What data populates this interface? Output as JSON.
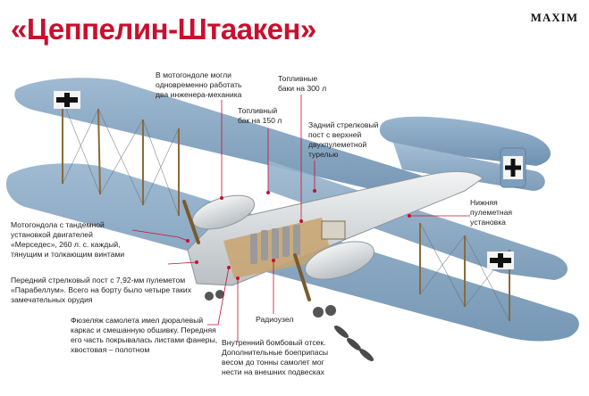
{
  "header": {
    "title": "«Цеппелин-Штаакен»",
    "brand": "MAXIM"
  },
  "callouts": [
    {
      "id": "engine-mechanics",
      "text": "В мотогондоле могли\nодновременно работать\nдва инженера-механика"
    },
    {
      "id": "fuel-tanks-300",
      "text": "Топливные\nбаки на 300 л"
    },
    {
      "id": "fuel-tank-150",
      "text": "Топливный\nбак на 150 л"
    },
    {
      "id": "rear-gunner",
      "text": "Задний стрелковый\nпост с верхней\nдвухпулеметной\nтурелью"
    },
    {
      "id": "lower-gun",
      "text": "Нижняя\nпулеметная\nустановка"
    },
    {
      "id": "engine-nacelle",
      "text": "Мотогондола с тандемной\nустановкой двигателей\n«Мерседес», 260 л. с. каждый,\nтянущим и толкающим винтами"
    },
    {
      "id": "front-gunner",
      "text": "Передний стрелковый пост с 7,92-мм пулеметом\n«Парабеллум». Всего на борту было четыре таких\nзамечательных орудия"
    },
    {
      "id": "fuselage",
      "text": "Фюзеляж самолета имел дюралевый\nкаркас и смешанную обшивку. Передняя\nего часть покрывалась листами фанеры,\nхвостовая – полотном"
    },
    {
      "id": "radio",
      "text": "Радиоузел"
    },
    {
      "id": "bomb-bay",
      "text": "Внутренний бомбовый отсек.\nДополнительные боеприпасы\nвесом до тонны самолет мог\nнести на внешних подвесках"
    }
  ],
  "colors": {
    "title": "#c8102e",
    "wing": "#7d9fbd",
    "wing_dark": "#5f829f",
    "hull": "#dcdfe0",
    "leader": "#c8102e"
  }
}
